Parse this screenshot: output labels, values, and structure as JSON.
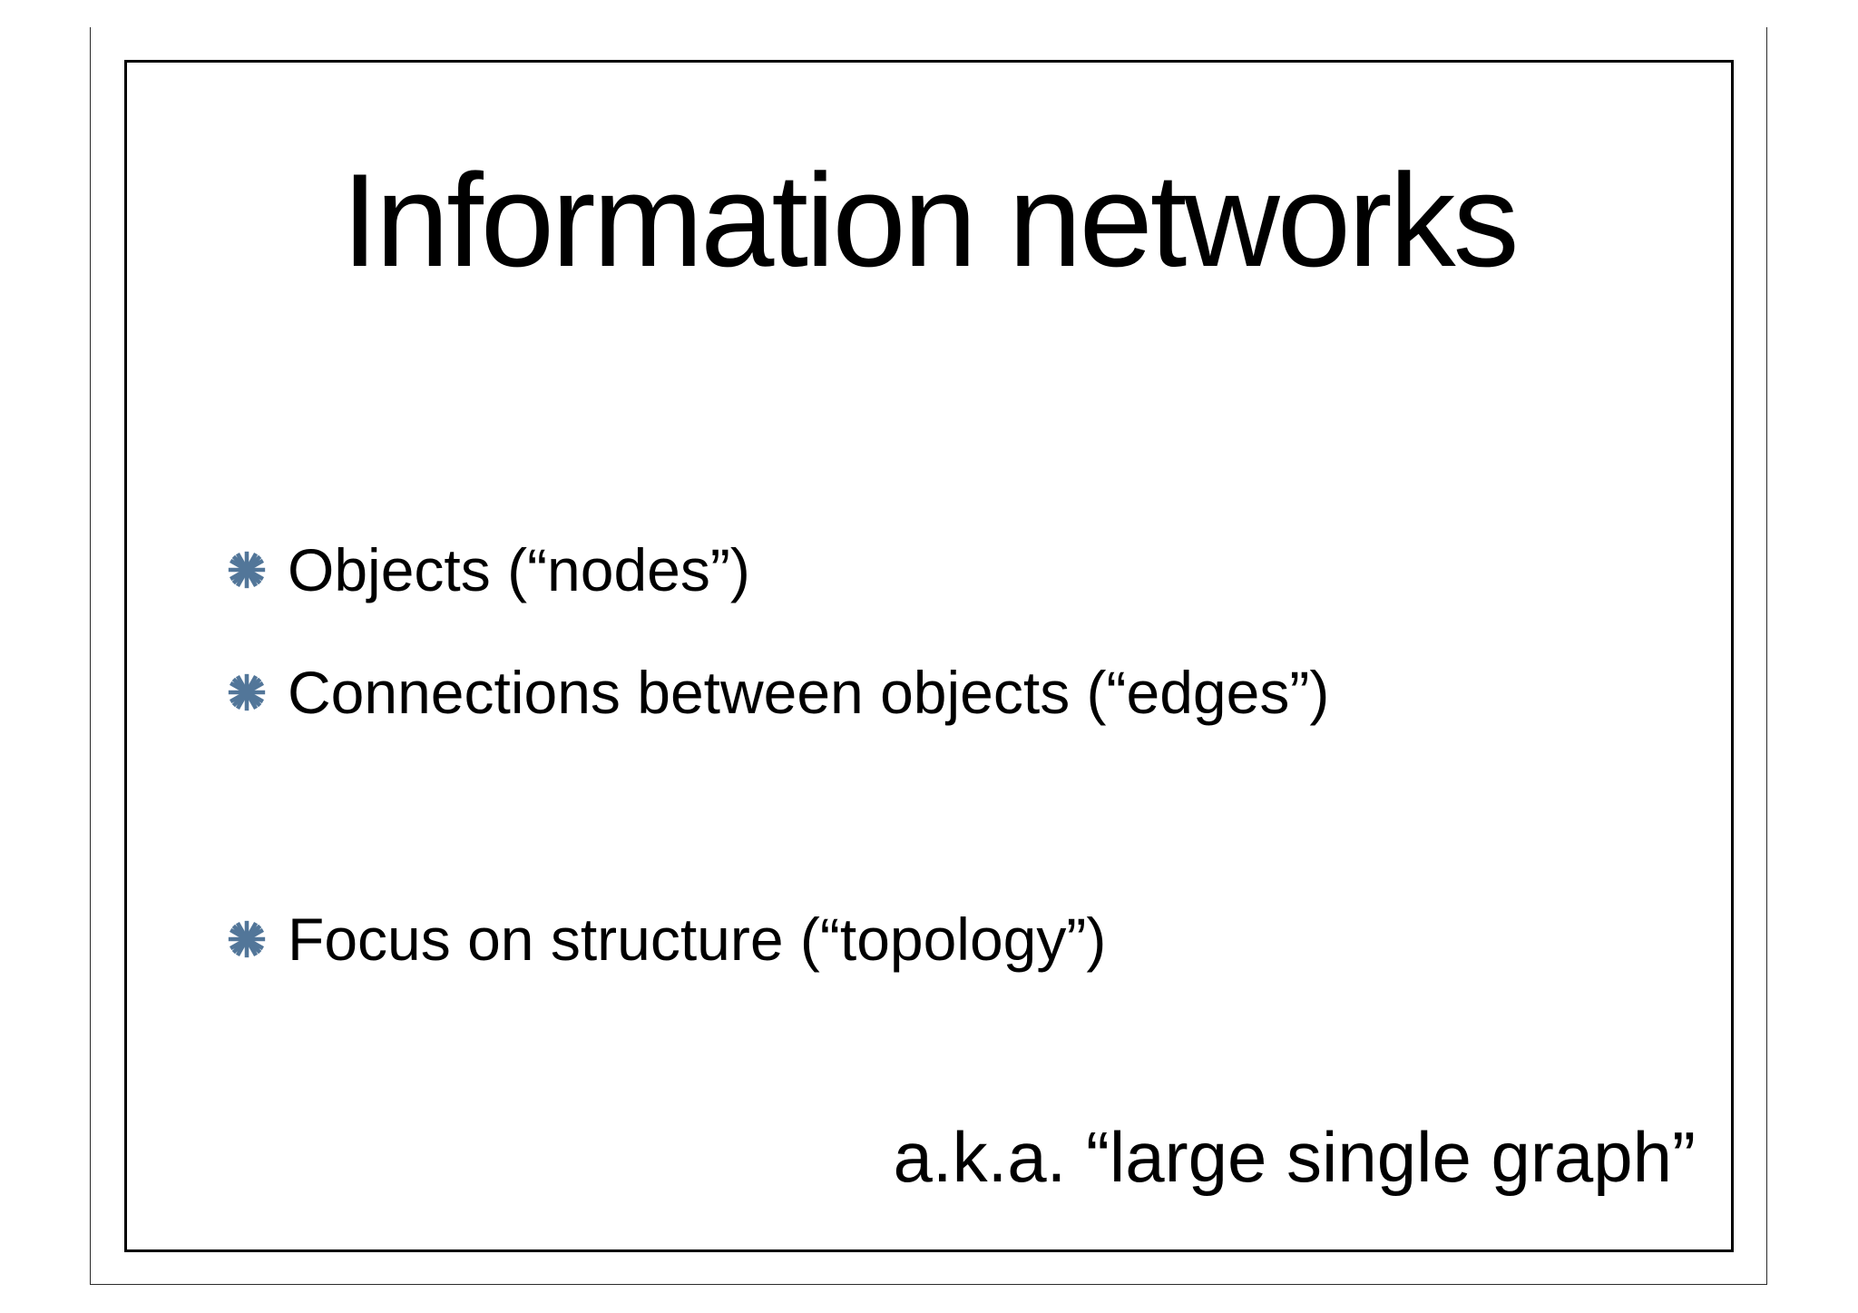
{
  "slide": {
    "title": "Information networks",
    "bullets": [
      "Objects (“nodes”)",
      "Connections between objects (“edges”)",
      "Focus on structure (“topology”)"
    ],
    "footnote": "a.k.a. “large single graph”",
    "bullet_color": "#527699",
    "text_color": "#000000",
    "border_color": "#000000"
  }
}
